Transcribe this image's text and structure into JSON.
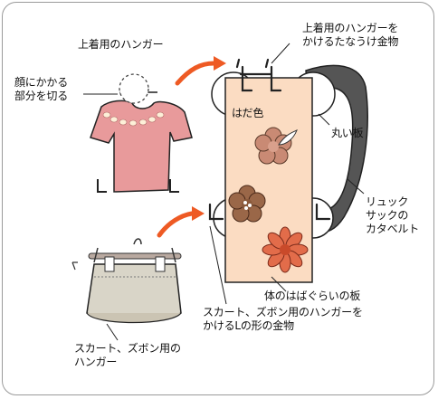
{
  "labels": {
    "top_hanger": "上着用のハンガー",
    "hook_line1": "上着用のハンガーを",
    "hook_line2": "かけるたなうけ金物",
    "neck_line1": "顔にかかる",
    "neck_line2": "部分を切る",
    "skin_color": "はだ色",
    "round_board": "丸い板",
    "strap_line1": "リュック",
    "strap_line2": "サックの",
    "strap_line3": "カタベルト",
    "body_board": "体のはばぐらいの板",
    "lhook_line1": "スカート、ズボン用のハンガーを",
    "lhook_line2": "かけるLの形の金物",
    "skirt_line1": "スカート、ズボン用の",
    "skirt_line2": "ハンガー"
  },
  "colors": {
    "board": "#fbdcc2",
    "shirt": "#e89a9b",
    "skirt": "#d9d5c8",
    "arrow": "#ee5a24",
    "strap": "#555555"
  }
}
